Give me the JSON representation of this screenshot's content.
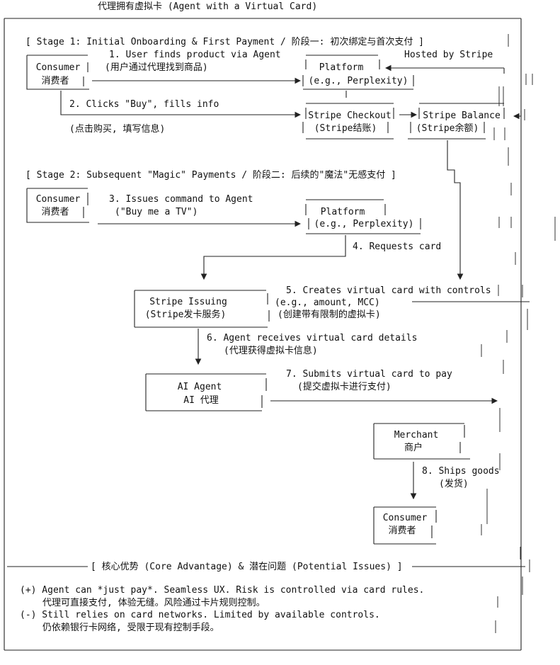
{
  "title": "代理拥有虚拟卡 (Agent with a Virtual Card)",
  "stage1": "[ Stage 1: Initial Onboarding & First Payment / 阶段一: 初次绑定与首次支付 ]",
  "stage2": "[ Stage 2: Subsequent \"Magic\" Payments / 阶段二: 后续的\"魔法\"无感支付 ]",
  "nodes": {
    "consumer1": {
      "en": "Consumer",
      "zh": "消费者"
    },
    "platform1": {
      "en": "Platform",
      "zh": "(e.g., Perplexity)"
    },
    "stripe_checkout": {
      "en": "Stripe Checkout",
      "zh": "(Stripe结账)"
    },
    "stripe_balance": {
      "en": "Stripe Balance",
      "zh": "(Stripe余额)"
    },
    "consumer2": {
      "en": "Consumer",
      "zh": "消费者"
    },
    "platform2": {
      "en": "Platform",
      "zh": "(e.g., Perplexity)"
    },
    "stripe_issuing": {
      "en": "Stripe Issuing",
      "zh": "(Stripe发卡服务)"
    },
    "ai_agent": {
      "en": "AI Agent",
      "zh": "AI 代理"
    },
    "merchant": {
      "en": "Merchant",
      "zh": "商户"
    },
    "consumer3": {
      "en": "Consumer",
      "zh": "消费者"
    }
  },
  "hosted_by_stripe": "Hosted by Stripe",
  "steps": {
    "s1": {
      "en": "1. User finds product via Agent",
      "zh": "(用户通过代理找到商品)"
    },
    "s2": {
      "en": "2. Clicks \"Buy\", fills info",
      "zh": "(点击购买, 填写信息)"
    },
    "s3": {
      "en": "3. Issues command to Agent",
      "zh": "(\"Buy me a TV\")"
    },
    "s4": {
      "en": "4. Requests card"
    },
    "s5": {
      "en": "5. Creates virtual card with controls",
      "detail": "(e.g., amount, MCC)",
      "zh": "(创建带有限制的虚拟卡)"
    },
    "s6": {
      "en": "6. Agent receives virtual card details",
      "zh": "(代理获得虚拟卡信息)"
    },
    "s7": {
      "en": "7. Submits virtual card to pay",
      "zh": "(提交虚拟卡进行支付)"
    },
    "s8": {
      "en": "8. Ships goods",
      "zh": "(发货)"
    }
  },
  "summary": {
    "header": "[ 核心优势 (Core Advantage) & 潜在问题 (Potential Issues) ]",
    "pros_en": "(+) Agent can *just pay*. Seamless UX. Risk is controlled via card rules.",
    "pros_zh": "代理可直接支付, 体验无缝。风险通过卡片规则控制。",
    "cons_en": "(-) Still relies on card networks. Limited by available controls.",
    "cons_zh": "仍依赖银行卡网络, 受限于现有控制手段。"
  }
}
